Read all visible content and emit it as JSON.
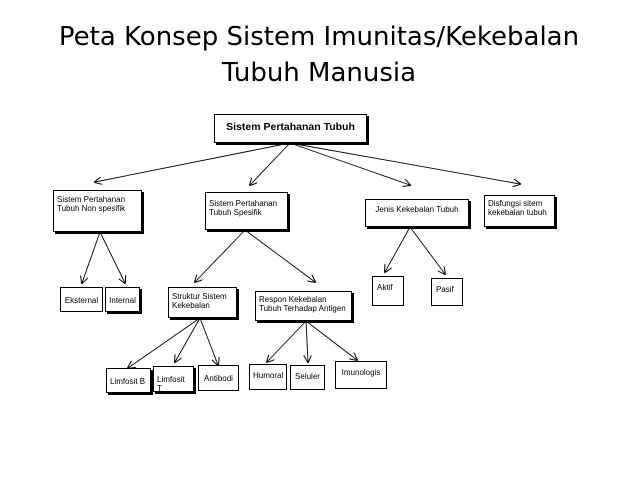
{
  "title": {
    "line1": "Peta Konsep Sistem Imunitas/Kekebalan",
    "line2": "Tubuh Manusia"
  },
  "nodes": {
    "root": "Sistem Pertahanan Tubuh",
    "non_spesifik": "Sistem Pertahanan Tubuh Non spesifik",
    "spesifik": "Sistem Pertahanan Tubuh Spesifik",
    "jenis": "Jenis Kekebalan Tubuh",
    "disfungsi": "Disfungsi sitem kekebalan tubuh",
    "eksternal": "Eksternal",
    "internal": "Internal",
    "struktur": "Struktur Sistem Kekebalan",
    "respon": "Respon Kekebalan Tubuh Terhadap Antigen",
    "aktif": "Aktif",
    "pasif": "Pasif",
    "limfosit_b": "Limfosit B",
    "limfosit_t": "Limfosit T",
    "antibodi": "Antibodi",
    "humoral": "Humoral",
    "seluler": "Seluler",
    "imunologis": "Imunologis"
  }
}
